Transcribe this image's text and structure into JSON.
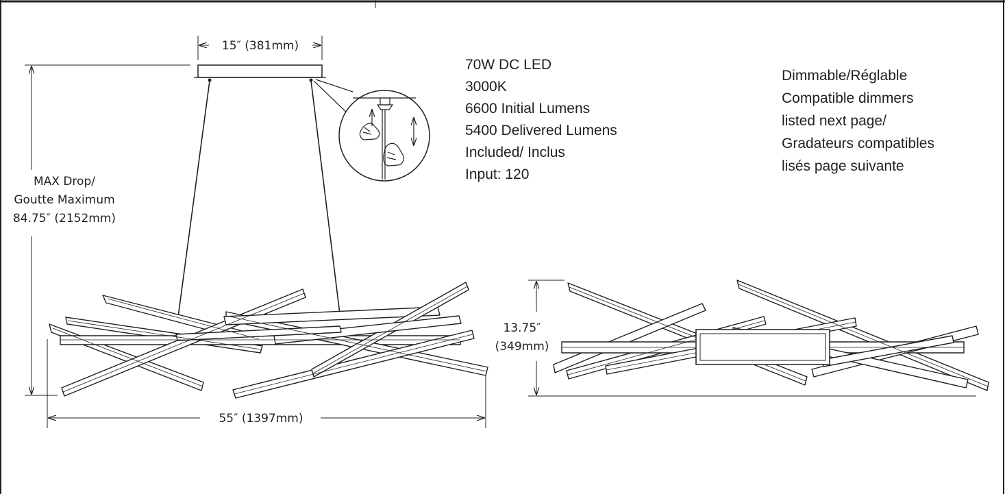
{
  "dimensions": {
    "canopy_width": "15″ (381mm)",
    "max_drop_line1": "MAX Drop/",
    "max_drop_line2": "Goutte Maximum",
    "max_drop_line3": "84.75″ (2152mm)",
    "overall_width": "55″ (1397mm)",
    "side_height_line1": "13.75″",
    "side_height_line2": "(349mm)"
  },
  "specs": {
    "lines": [
      "70W DC LED",
      "3000K",
      "6600 Initial Lumens",
      "5400 Delivered Lumens",
      "Included/ Inclus",
      "Input: 120"
    ]
  },
  "dimming": {
    "lines": [
      "Dimmable/Réglable",
      "Compatible dimmers",
      "listed next page/",
      "Gradateurs compatibles",
      "lisés page suivante"
    ]
  },
  "colors": {
    "line": "#231f20",
    "background": "#ffffff"
  }
}
